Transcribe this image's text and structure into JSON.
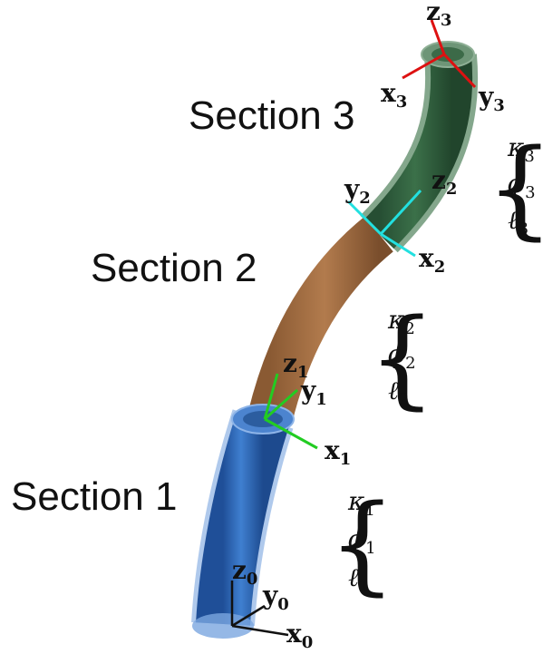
{
  "sections": [
    {
      "label": "Section 1",
      "color": "#2f66b6",
      "params": {
        "kappa": "1",
        "phi": "1",
        "ell": "1"
      }
    },
    {
      "label": "Section 2",
      "color": "#a87145",
      "params": {
        "kappa": "2",
        "phi": "2",
        "ell": "2"
      }
    },
    {
      "label": "Section 3",
      "color": "#2e5e3c",
      "params": {
        "kappa": "3",
        "phi": "3",
        "ell": "3"
      }
    }
  ],
  "frames": [
    {
      "name": "frame-0",
      "color": "#111111",
      "x": "x",
      "x_sub": "0",
      "y": "y",
      "y_sub": "0",
      "z": "z",
      "z_sub": "0"
    },
    {
      "name": "frame-1",
      "color": "#22cc22",
      "x": "x",
      "x_sub": "1",
      "y": "y",
      "y_sub": "1",
      "z": "z",
      "z_sub": "1"
    },
    {
      "name": "frame-2",
      "color": "#22e0e0",
      "x": "x",
      "x_sub": "2",
      "y": "y",
      "y_sub": "2",
      "z": "z",
      "z_sub": "2"
    },
    {
      "name": "frame-3",
      "color": "#dd1111",
      "x": "x",
      "x_sub": "3",
      "y": "y",
      "y_sub": "3",
      "z": "z",
      "z_sub": "3"
    }
  ],
  "symbols": {
    "kappa": "κ",
    "phi": "ϕ",
    "ell": "ℓ"
  }
}
